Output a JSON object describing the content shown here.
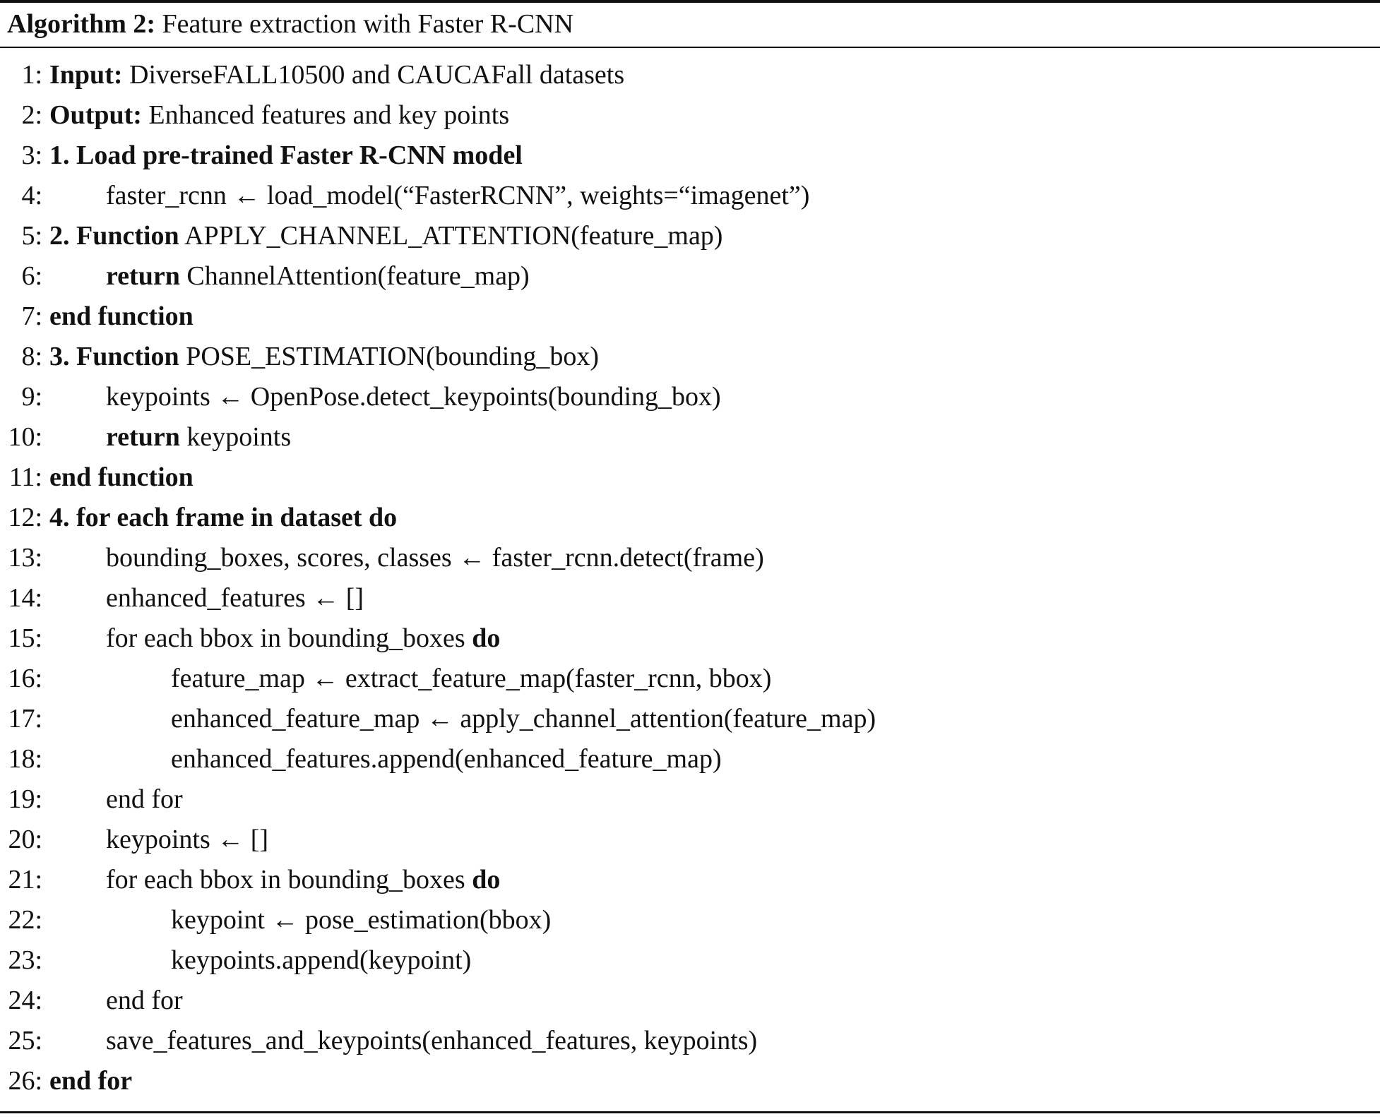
{
  "colors": {
    "text": "#111111",
    "background": "#ffffff",
    "rule": "#111111"
  },
  "algorithm": {
    "title_label": "Algorithm 2:",
    "title_text": " Feature extraction with Faster R-CNN",
    "lines": [
      {
        "num": "1:",
        "indent": 0,
        "segments": [
          {
            "text": "Input:",
            "bold": true
          },
          {
            "text": " DiverseFALL10500 and CAUCAFall datasets",
            "bold": false
          }
        ]
      },
      {
        "num": "2:",
        "indent": 0,
        "segments": [
          {
            "text": "Output:",
            "bold": true
          },
          {
            "text": " Enhanced features and key points",
            "bold": false
          }
        ]
      },
      {
        "num": "3:",
        "indent": 0,
        "segments": [
          {
            "text": "1. Load pre-trained Faster R-CNN model",
            "bold": true
          }
        ]
      },
      {
        "num": "4:",
        "indent": 1,
        "segments": [
          {
            "text": "faster_rcnn ← load_model(“FasterRCNN”, weights=“imagenet”)",
            "bold": false
          }
        ]
      },
      {
        "num": "5:",
        "indent": 0,
        "segments": [
          {
            "text": "2. Function",
            "bold": true
          },
          {
            "text": " APPLY_CHANNEL_ATTENTION(feature_map)",
            "bold": false
          }
        ]
      },
      {
        "num": "6:",
        "indent": 1,
        "segments": [
          {
            "text": "return",
            "bold": true
          },
          {
            "text": " ChannelAttention(feature_map)",
            "bold": false
          }
        ]
      },
      {
        "num": "7:",
        "indent": 0,
        "segments": [
          {
            "text": "end function",
            "bold": true
          }
        ]
      },
      {
        "num": "8:",
        "indent": 0,
        "segments": [
          {
            "text": "3. Function",
            "bold": true
          },
          {
            "text": " POSE_ESTIMATION(bounding_box)",
            "bold": false
          }
        ]
      },
      {
        "num": "9:",
        "indent": 1,
        "segments": [
          {
            "text": "keypoints ← OpenPose.detect_keypoints(bounding_box)",
            "bold": false
          }
        ]
      },
      {
        "num": "10:",
        "indent": 1,
        "segments": [
          {
            "text": "return",
            "bold": true
          },
          {
            "text": " keypoints",
            "bold": false
          }
        ]
      },
      {
        "num": "11:",
        "indent": 0,
        "segments": [
          {
            "text": "end function",
            "bold": true
          }
        ]
      },
      {
        "num": "12:",
        "indent": 0,
        "segments": [
          {
            "text": "4. for each frame in dataset do",
            "bold": true
          }
        ]
      },
      {
        "num": "13:",
        "indent": 1,
        "segments": [
          {
            "text": "bounding_boxes, scores, classes ← faster_rcnn.detect(frame)",
            "bold": false
          }
        ]
      },
      {
        "num": "14:",
        "indent": 1,
        "segments": [
          {
            "text": "enhanced_features ← []",
            "bold": false
          }
        ]
      },
      {
        "num": "15:",
        "indent": 1,
        "segments": [
          {
            "text": "for each bbox in bounding_boxes ",
            "bold": false
          },
          {
            "text": "do",
            "bold": true
          }
        ]
      },
      {
        "num": "16:",
        "indent": 2,
        "segments": [
          {
            "text": "feature_map ← extract_feature_map(faster_rcnn, bbox)",
            "bold": false
          }
        ]
      },
      {
        "num": "17:",
        "indent": 2,
        "segments": [
          {
            "text": "enhanced_feature_map ← apply_channel_attention(feature_map)",
            "bold": false
          }
        ]
      },
      {
        "num": "18:",
        "indent": 2,
        "segments": [
          {
            "text": "enhanced_features.append(enhanced_feature_map)",
            "bold": false
          }
        ]
      },
      {
        "num": "19:",
        "indent": 1,
        "segments": [
          {
            "text": "end for",
            "bold": false
          }
        ]
      },
      {
        "num": "20:",
        "indent": 1,
        "segments": [
          {
            "text": "keypoints ← []",
            "bold": false
          }
        ]
      },
      {
        "num": "21:",
        "indent": 1,
        "segments": [
          {
            "text": "for each bbox in bounding_boxes ",
            "bold": false
          },
          {
            "text": "do",
            "bold": true
          }
        ]
      },
      {
        "num": "22:",
        "indent": 2,
        "segments": [
          {
            "text": "keypoint ← pose_estimation(bbox)",
            "bold": false
          }
        ]
      },
      {
        "num": "23:",
        "indent": 2,
        "segments": [
          {
            "text": "keypoints.append(keypoint)",
            "bold": false
          }
        ]
      },
      {
        "num": "24:",
        "indent": 1,
        "segments": [
          {
            "text": "end for",
            "bold": false
          }
        ]
      },
      {
        "num": "25:",
        "indent": 1,
        "segments": [
          {
            "text": "save_features_and_keypoints(enhanced_features, keypoints)",
            "bold": false
          }
        ]
      },
      {
        "num": "26:",
        "indent": 0,
        "segments": [
          {
            "text": "end for",
            "bold": true
          }
        ]
      }
    ]
  }
}
